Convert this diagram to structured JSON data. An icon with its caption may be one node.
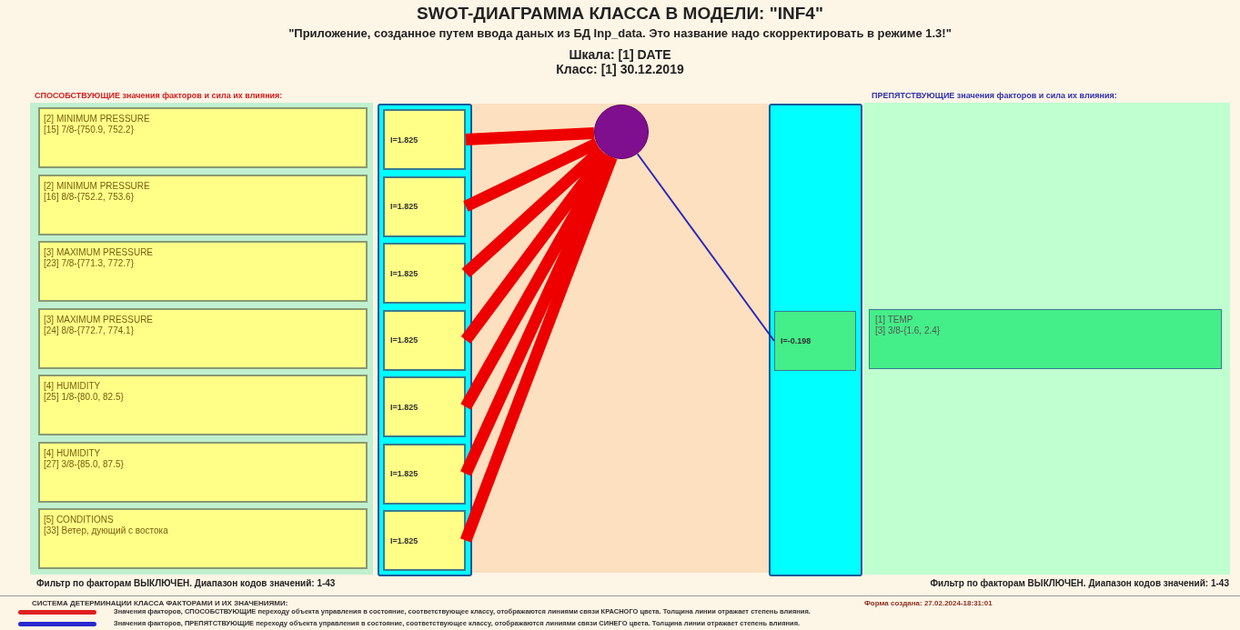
{
  "diagram": {
    "title": "SWOT-ДИАГРАММА КЛАССА В МОДЕЛИ: \"INF4\"",
    "nodes": [
      {
        "text": [
          "СПОСОБСТВУЮЩИЕ значения факторов и сила их влияния:"
        ]
      },
      {
        "text": [
          "[2] MINIMUM PRESSURE",
          "[15] 7/8-{750.9, 752.2}"
        ],
        "in": 0
      },
      {
        "text": [
          "[2] MINIMUM PRESSURE",
          "[16] 8/8-{752.2, 753.6}"
        ],
        "in": 0
      },
      {
        "text": [
          "[3] MAXIMUM PRESSURE",
          "[23] 7/8-{771.3, 772.7}"
        ],
        "in": 0
      },
      {
        "text": [
          "[3] MAXIMUM PRESSURE",
          "[24] 8/8-{772.7, 774.1}"
        ],
        "in": 0
      },
      {
        "text": [
          "[4] HUMIDITY",
          "[25] 1/8-{80.0, 82.5}"
        ],
        "in": 0
      },
      {
        "text": [
          "[4] HUMIDITY",
          "[27] 3/8-{85.0, 87.5}"
        ],
        "in": 0
      },
      {
        "text": [
          "[5] CONDITIONS",
          "[33] Ветер, дующий с востока"
        ],
        "in": 0
      },
      {
        "text": [],
        "shape": "box"
      },
      {
        "text": [
          "I=1.825"
        ],
        "in": 8
      },
      {
        "text": [
          "I=1.825"
        ],
        "in": 8
      },
      {
        "text": [
          "I=1.825"
        ],
        "in": 8
      },
      {
        "text": [
          "I=1.825"
        ],
        "in": 8
      },
      {
        "text": [
          "I=1.825"
        ],
        "in": 8
      },
      {
        "text": [
          "I=1.825"
        ],
        "in": 8
      },
      {
        "text": [
          "I=1.825"
        ],
        "in": 8
      },
      {
        "text": [],
        "shape": "circle"
      },
      {
        "text": [],
        "shape": "box"
      },
      {
        "text": [
          "I=-0.198"
        ],
        "in": 17
      },
      {
        "text": [
          "ПРЕПЯТСТВУЮЩИЕ значения факторов и сила их влияния:"
        ]
      },
      {
        "text": [
          "[1] TEMP",
          "[3] 3/8-{1.6, 2.4}"
        ],
        "in": 19
      }
    ],
    "edges": [
      {
        "from": 16,
        "to": 9,
        "arrow": "none"
      },
      {
        "from": 16,
        "to": 10,
        "arrow": "none"
      },
      {
        "from": 16,
        "to": 11,
        "arrow": "none"
      },
      {
        "from": 16,
        "to": 12,
        "arrow": "none"
      },
      {
        "from": 16,
        "to": 13,
        "arrow": "none"
      },
      {
        "from": 16,
        "to": 14,
        "arrow": "none"
      },
      {
        "from": 16,
        "to": 15,
        "arrow": "none"
      },
      {
        "from": 16,
        "to": 18,
        "arrow": "none",
        "color": "#2828b8"
      }
    ],
    "labels": [
      "\"Приложение, созданное путем ввода даных из БД Inp_data. Это название надо скорректировать в режиме 1.3!\"",
      "Шкала: [1] DATE",
      "Класс: [1] 30.12.2019",
      "Фильтр по факторам ВЫКЛЮЧЕН. Диапазон кодов значений: 1-43",
      "Фильтр по факторам ВЫКЛЮЧЕН. Диапазон кодов значений: 1-43",
      "СИСТЕМА ДЕТЕРМИНАЦИИ КЛАССА ФАКТОРАМИ И ИХ ЗНАЧЕНИЯМИ:",
      "Форма создана: 27.02.2024-18:31:01"
    ],
    "legend": [
      {
        "text": "Значения факторов, СПОСОБСТВУЮЩИЕ переходу объекта управления в состояние, соответствующее классу, отображаются линиями связи КРАСНОГО цвета. Толщина линии отражает степень влияния."
      },
      {
        "text": "Значения факторов, ПРЕПЯТСТВУЮЩИЕ переходу объекта управления в состояние, соответствующее классу, отображаются линиями связи СИНЕГО цвета. Толщина линии отражает степень влияния."
      }
    ]
  }
}
